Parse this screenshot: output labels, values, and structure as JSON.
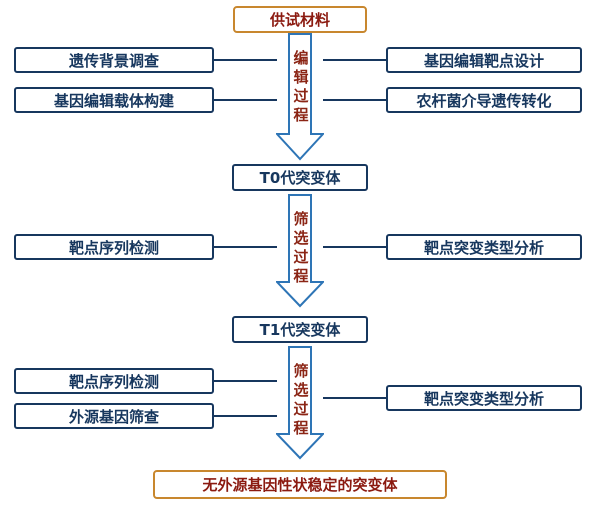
{
  "flow": {
    "start": "供试材料",
    "end": "无外源基因性状稳定的突变体",
    "t0": "T0代突变体",
    "t1": "T1代突变体",
    "stage1": {
      "label": "编辑过程",
      "left": [
        "遗传背景调查",
        "基因编辑载体构建"
      ],
      "right": [
        "基因编辑靶点设计",
        "农杆菌介导遗传转化"
      ]
    },
    "stage2": {
      "label": "筛选过程",
      "left": [
        "靶点序列检测"
      ],
      "right": [
        "靶点突变类型分析"
      ]
    },
    "stage3": {
      "label": "筛选过程",
      "left": [
        "靶点序列检测",
        "外源基因筛查"
      ],
      "right": [
        "靶点突变类型分析"
      ]
    },
    "colors": {
      "node_border": "#17375e",
      "node_text": "#17375e",
      "terminal_border": "#c8872e",
      "terminal_text": "#8b1a10",
      "arrow_outline": "#2e75b6",
      "process_label": "#8b2515",
      "connector": "#17375e"
    }
  }
}
